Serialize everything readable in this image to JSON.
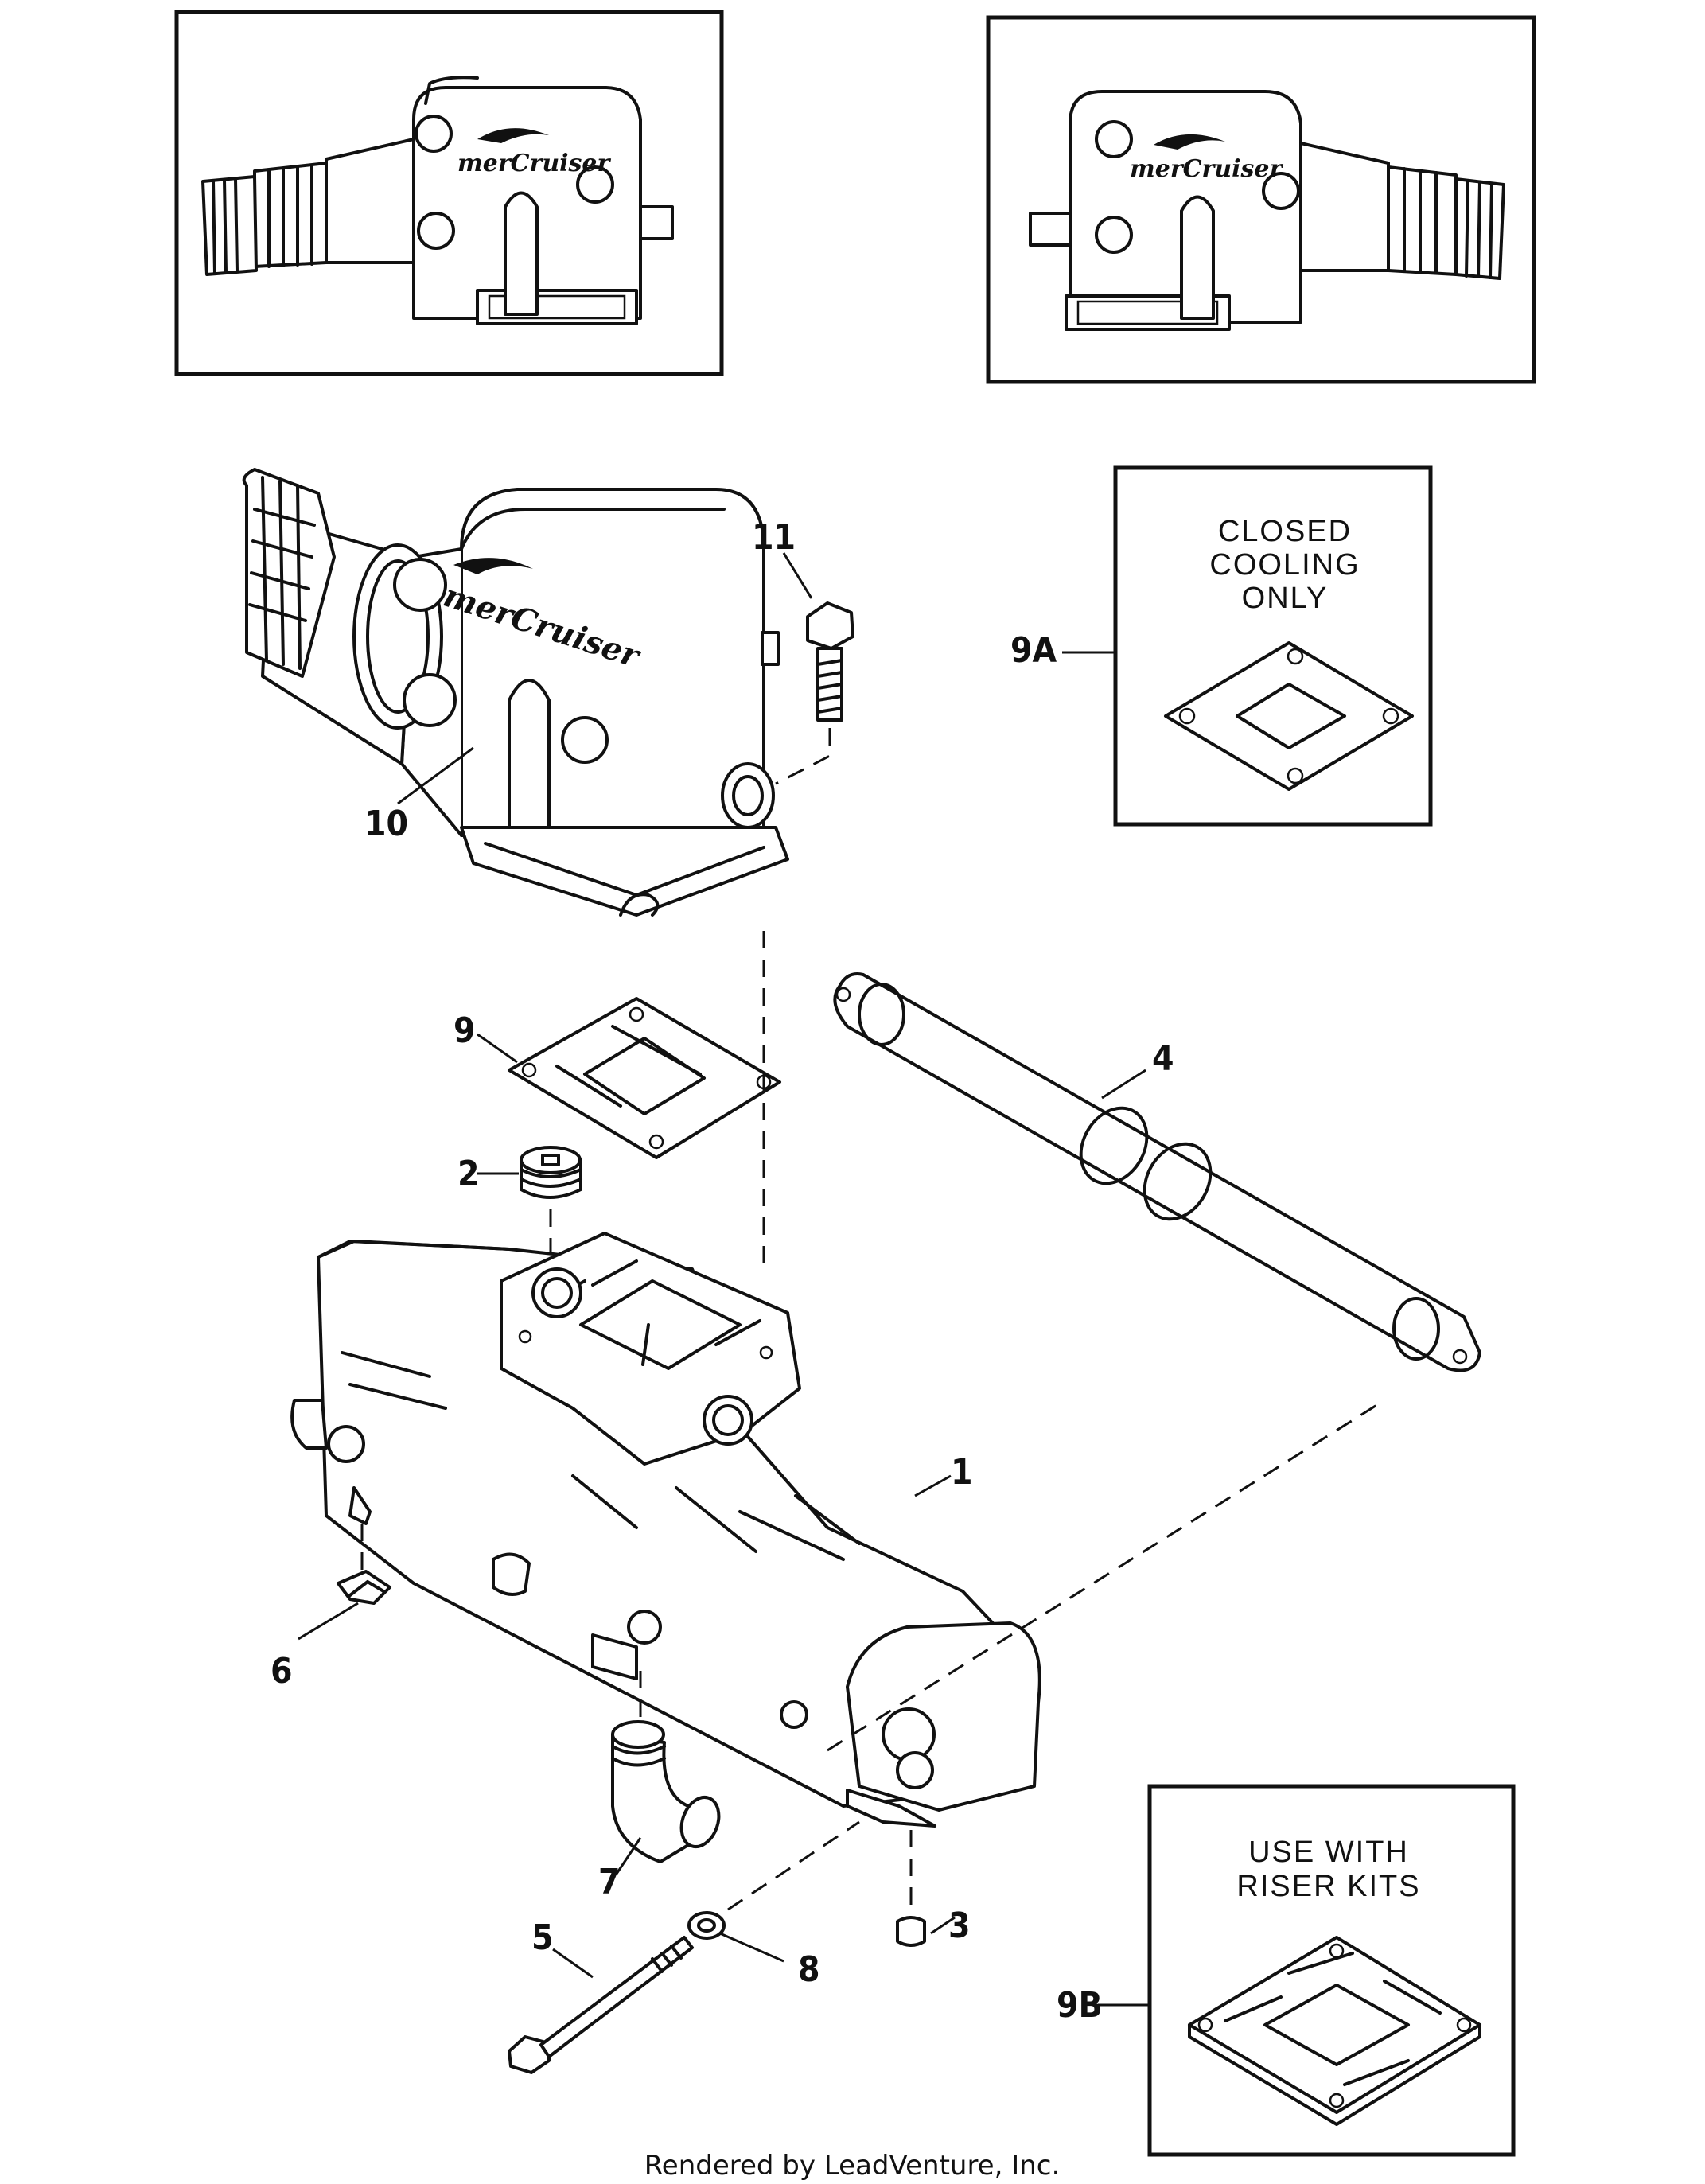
{
  "callouts": {
    "c1": "1",
    "c2": "2",
    "c3": "3",
    "c4": "4",
    "c5": "5",
    "c6": "6",
    "c7": "7",
    "c8": "8",
    "c9": "9",
    "c9a": "9A",
    "c9b": "9B",
    "c10": "10",
    "c11": "11"
  },
  "notes": {
    "closed_cooling": [
      "CLOSED",
      "COOLING",
      "ONLY"
    ],
    "riser_kits": [
      "USE WITH",
      "RISER KITS"
    ]
  },
  "logo_text": "merCruiser",
  "footer": "Rendered by LeadVenture, Inc.",
  "colors": {
    "ink": "#111111",
    "paper": "#ffffff"
  }
}
